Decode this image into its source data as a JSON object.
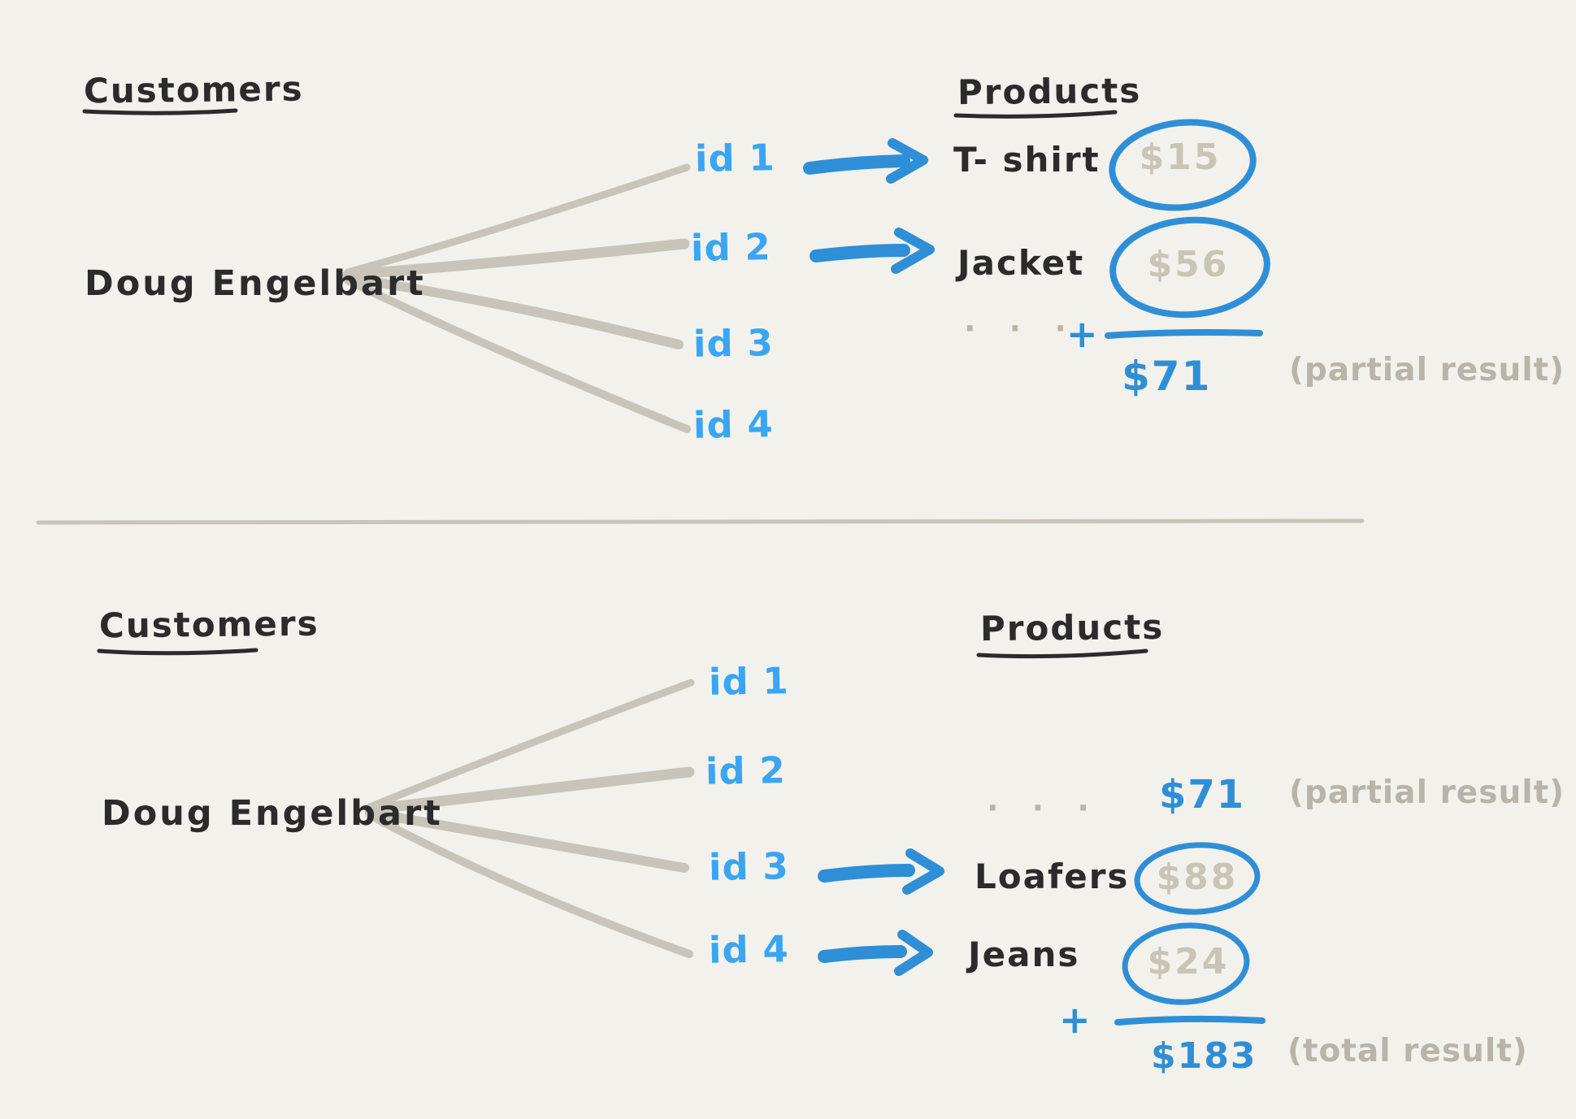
{
  "colors": {
    "background": "#f3f1ec",
    "ink": "#2b2b2b",
    "id_blue": "#3aa5f3",
    "accent_blue": "#2e8fd6",
    "price_gray": "#c9c4b6",
    "annotation_gray": "#b9b4a8",
    "line_gray": "#c9c4ba"
  },
  "sections": [
    {
      "customers_heading": "Customers",
      "products_heading": "Products",
      "customer_name": "Doug Engelbart",
      "ids": [
        "id 1",
        "id 2",
        "id 3",
        "id 4"
      ],
      "rows": [
        {
          "id": "id 1",
          "product": "T- shirt",
          "price": "$15"
        },
        {
          "id": "id 2",
          "product": "Jacket",
          "price": "$56"
        }
      ],
      "ellipsis": "· · ·",
      "plus_sign": "+",
      "sum": "$71",
      "annotation": "(partial result)"
    },
    {
      "customers_heading": "Customers",
      "products_heading": "Products",
      "customer_name": "Doug Engelbart",
      "ids": [
        "id 1",
        "id 2",
        "id 3",
        "id 4"
      ],
      "carried_sum": "$71",
      "carried_annotation": "(partial result)",
      "rows": [
        {
          "id": "id 3",
          "product": "Loafers",
          "price": "$88"
        },
        {
          "id": "id 4",
          "product": "Jeans",
          "price": "$24"
        }
      ],
      "ellipsis": "· · ·",
      "plus_sign": "+",
      "sum": "$183",
      "annotation": "(total result)"
    }
  ]
}
